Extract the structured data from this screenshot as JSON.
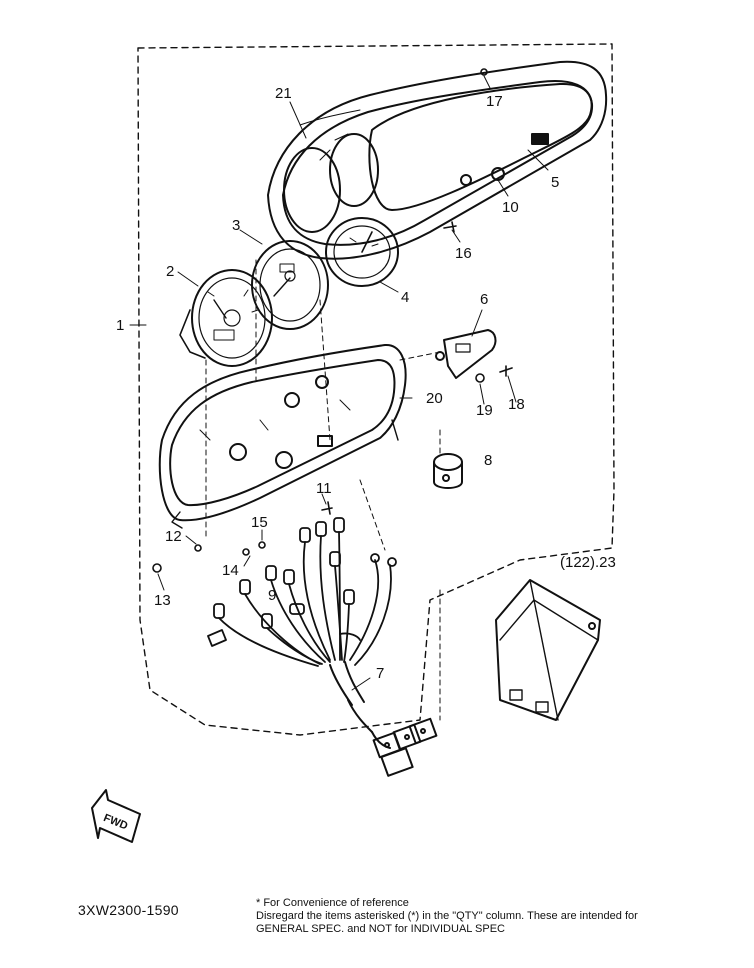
{
  "callouts": {
    "c1": "1",
    "c2": "2",
    "c3": "3",
    "c4": "4",
    "c5": "5",
    "c6": "6",
    "c7": "7",
    "c8": "8",
    "c9": "9",
    "c10": "10",
    "c11": "11",
    "c12": "12",
    "c13": "13",
    "c14": "14",
    "c15": "15",
    "c16": "16",
    "c17": "17",
    "c18": "18",
    "c19": "19",
    "c20": "20",
    "c21": "21",
    "c22": "(122).23"
  },
  "fwd_label": "FWD",
  "footer": {
    "code": "3XW2300-1590",
    "note_line1": "* For Convenience of reference",
    "note_line2": "Disregard the items asterisked (*) in the \"QTY\" column. These are intended for",
    "note_line3": "GENERAL SPEC. and NOT for INDIVIDUAL SPEC"
  }
}
